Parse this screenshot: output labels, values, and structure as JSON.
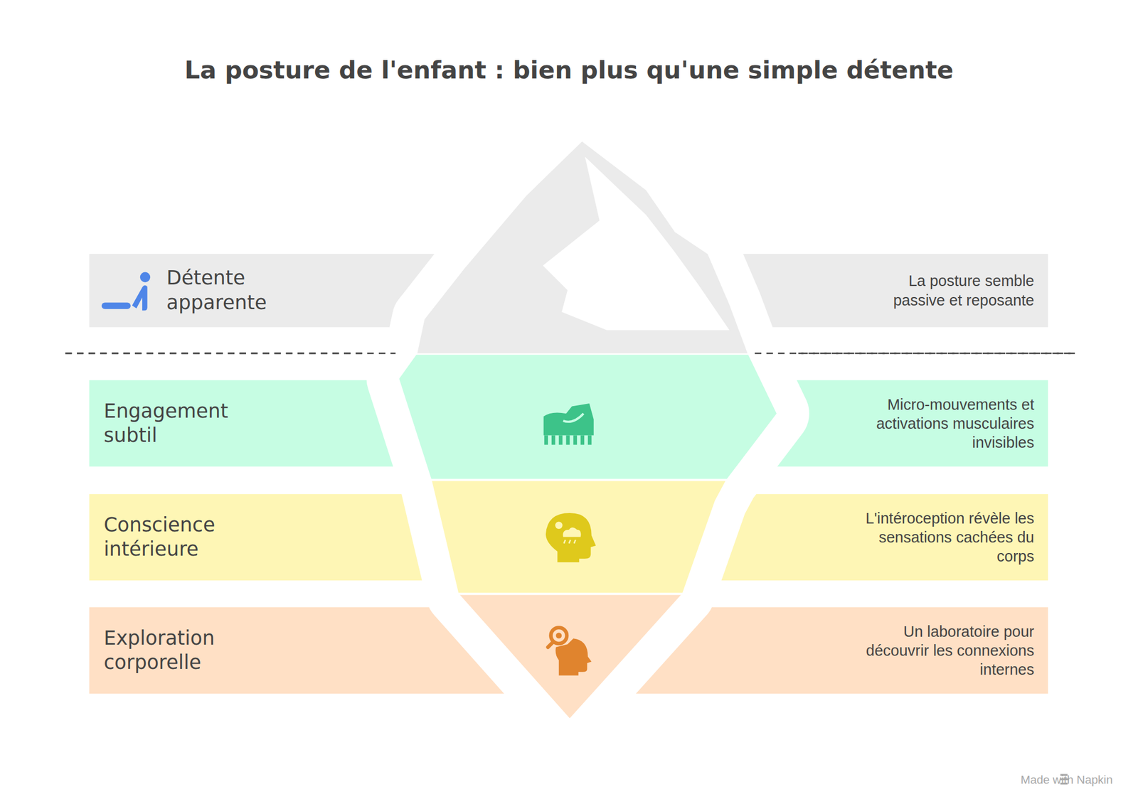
{
  "diagram": {
    "title": "La posture de l'enfant : bien plus qu'une simple détente",
    "nodes": [
      {
        "text": [
          "Détente apparente",
          "La posture semble passive et reposante"
        ]
      },
      {
        "text": [
          "Engagement subtil",
          "Micro-mouvements et activations musculaires invisibles"
        ]
      },
      {
        "text": [
          "Conscience intérieure",
          "L'intéroception révèle les sensations cachées du corps"
        ]
      },
      {
        "text": [
          "Exploration corporelle",
          "Un laboratoire pour découvrir les connexions internes"
        ]
      }
    ],
    "labels": [
      "Made with Napkin"
    ]
  }
}
